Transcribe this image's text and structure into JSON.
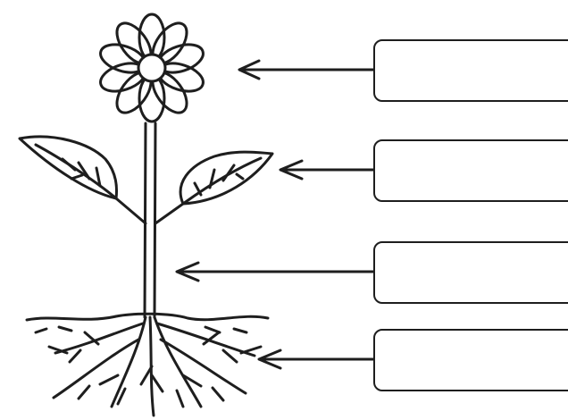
{
  "diagram": {
    "parts": [
      {
        "id": "flower",
        "label": ""
      },
      {
        "id": "leaf",
        "label": ""
      },
      {
        "id": "stem",
        "label": ""
      },
      {
        "id": "root",
        "label": ""
      }
    ]
  },
  "colors": {
    "ink": "#1e1e1e",
    "background": "#ffffff"
  }
}
